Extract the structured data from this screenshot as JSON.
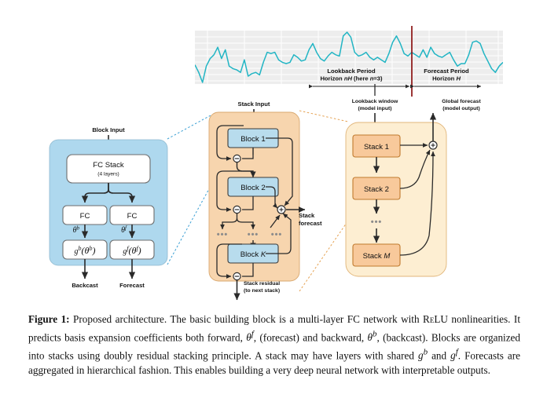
{
  "figure": {
    "number": "Figure 1",
    "caption_html": "<b>Figure 1:</b> Proposed architecture. The basic building block is a multi-layer FC network with <span class=\"sc\">ReLU</span> nonlinearities. It predicts basis expansion coefficients both forward, <i>&#952;<sup>f</sup></i>, (forecast) and backward, <i>&#952;<sup>b</sup></i>, (backcast). Blocks are organized into stacks using doubly residual stacking principle. A stack may have layers with shared <i>g<sup>b</sup></i> and <i>g<sup>f</sup></i>. Forecasts are aggregated in hierarchical fashion. This enables building a very deep neural network with interpretable outputs."
  },
  "timeseries": {
    "lookback_label_line1": "Lookback Period",
    "lookback_label_line2": "Horizon nH (here n=3)",
    "forecast_label_line1": "Forecast Period",
    "forecast_label_line2": "Horizon H",
    "series_color": "#22b5c4",
    "plot_bg": "#ededed",
    "grid_color": "#ffffff",
    "divider_color": "#8b1212",
    "values": [
      42,
      30,
      14,
      40,
      52,
      58,
      70,
      52,
      66,
      40,
      36,
      34,
      30,
      50,
      24,
      28,
      30,
      26,
      46,
      62,
      60,
      62,
      50,
      46,
      44,
      46,
      58,
      54,
      48,
      50,
      66,
      76,
      62,
      52,
      48,
      56,
      62,
      58,
      56,
      88,
      94,
      86,
      62,
      56,
      58,
      62,
      54,
      50,
      54,
      50,
      46,
      60,
      78,
      88,
      76,
      60,
      56,
      62,
      58,
      54,
      66,
      54,
      70,
      60,
      56,
      54,
      58,
      62,
      50,
      40,
      44,
      44,
      58,
      78,
      80,
      76,
      60,
      48,
      36,
      30,
      40,
      46
    ]
  },
  "block_panel": {
    "input_label": "Block Input",
    "fc_stack_label": "FC Stack",
    "fc_stack_sub": "(4 layers)",
    "fc_left_label": "FC",
    "fc_right_label": "FC",
    "theta_b": "θ",
    "theta_b_sup": "b",
    "theta_f": "θ",
    "theta_f_sup": "f",
    "g_b_label": "g",
    "g_b_arg": "(θ",
    "g_f_label": "g",
    "backcast_label": "Backcast",
    "forecast_label": "Forecast",
    "panel_color": "#aed8ee",
    "box_color": "#ffffff"
  },
  "stack_panel": {
    "input_label": "Stack Input",
    "blocks": [
      "Block 1",
      "Block 2",
      "Block K"
    ],
    "block_k_italic": "K",
    "forecast_label_line1": "Stack",
    "forecast_label_line2": "forecast",
    "residual_label_line1": "Stack residual",
    "residual_label_line2": "(to next stack)",
    "panel_color": "#f7d5ae",
    "block_color": "#b8dced",
    "ellipsis": "•••"
  },
  "model_panel": {
    "input_label_line1": "Lookback window",
    "input_label_line2": "(model input)",
    "output_label_line1": "Global forecast",
    "output_label_line2": "(model output)",
    "stacks": [
      "Stack 1",
      "Stack 2",
      "Stack M"
    ],
    "stack_m_italic": "M",
    "panel_color": "#fdeed2",
    "stack_color": "#f8c99b",
    "ellipsis": "•••"
  },
  "connectors": {
    "blue_dash_color": "#3a9fd4",
    "orange_dash_color": "#e5a253"
  }
}
